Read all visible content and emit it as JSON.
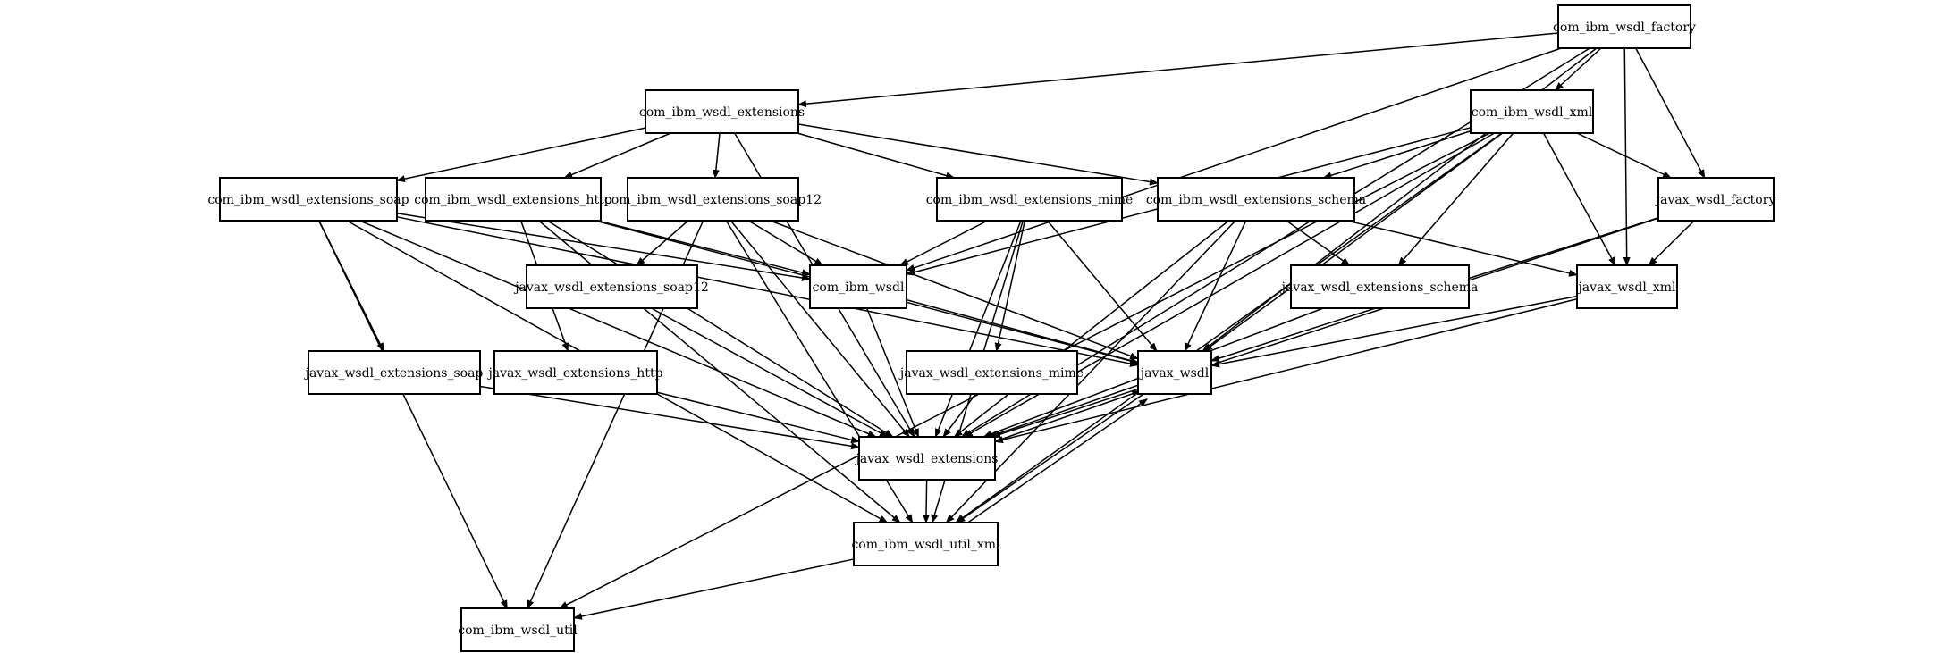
{
  "diagram": {
    "type": "directed-graph",
    "nodes": {
      "factory": "com_ibm_wsdl_factory",
      "ext": "com_ibm_wsdl_extensions",
      "xml": "com_ibm_wsdl_xml",
      "ext_soap": "com_ibm_wsdl_extensions_soap",
      "ext_http": "com_ibm_wsdl_extensions_http",
      "ext_soap12": "com_ibm_wsdl_extensions_soap12",
      "ext_mime": "com_ibm_wsdl_extensions_mime",
      "ext_schema": "com_ibm_wsdl_extensions_schema",
      "jx_factory": "javax_wsdl_factory",
      "jx_ext_soap12": "javax_wsdl_extensions_soap12",
      "wsdl": "com_ibm_wsdl",
      "jx_ext_schema": "javax_wsdl_extensions_schema",
      "jx_xml": "javax_wsdl_xml",
      "jx_ext_soap": "javax_wsdl_extensions_soap",
      "jx_ext_http": "javax_wsdl_extensions_http",
      "jx_ext_mime": "javax_wsdl_extensions_mime",
      "jx_wsdl": "javax_wsdl",
      "jx_ext": "javax_wsdl_extensions",
      "util_xml": "com_ibm_wsdl_util_xml",
      "util": "com_ibm_wsdl_util"
    },
    "edges": [
      [
        "factory",
        "ext"
      ],
      [
        "factory",
        "xml"
      ],
      [
        "factory",
        "wsdl"
      ],
      [
        "factory",
        "jx_factory"
      ],
      [
        "factory",
        "jx_xml"
      ],
      [
        "factory",
        "jx_wsdl"
      ],
      [
        "factory",
        "jx_ext"
      ],
      [
        "ext",
        "ext_soap"
      ],
      [
        "ext",
        "ext_http"
      ],
      [
        "ext",
        "ext_soap12"
      ],
      [
        "ext",
        "ext_mime"
      ],
      [
        "ext",
        "ext_schema"
      ],
      [
        "ext",
        "jx_ext"
      ],
      [
        "xml",
        "wsdl"
      ],
      [
        "xml",
        "ext_schema"
      ],
      [
        "xml",
        "jx_ext_schema"
      ],
      [
        "xml",
        "jx_factory"
      ],
      [
        "xml",
        "jx_xml"
      ],
      [
        "xml",
        "jx_wsdl"
      ],
      [
        "xml",
        "jx_ext"
      ],
      [
        "xml",
        "util_xml"
      ],
      [
        "xml",
        "util"
      ],
      [
        "ext_soap",
        "jx_ext_soap"
      ],
      [
        "ext_soap",
        "wsdl"
      ],
      [
        "ext_soap",
        "jx_wsdl"
      ],
      [
        "ext_soap",
        "jx_ext"
      ],
      [
        "ext_soap",
        "util_xml"
      ],
      [
        "ext_soap",
        "util"
      ],
      [
        "ext_http",
        "jx_ext_http"
      ],
      [
        "ext_http",
        "wsdl"
      ],
      [
        "ext_http",
        "jx_wsdl"
      ],
      [
        "ext_http",
        "jx_ext"
      ],
      [
        "ext_http",
        "util_xml"
      ],
      [
        "ext_soap12",
        "jx_ext_soap12"
      ],
      [
        "ext_soap12",
        "wsdl"
      ],
      [
        "ext_soap12",
        "jx_wsdl"
      ],
      [
        "ext_soap12",
        "jx_ext"
      ],
      [
        "ext_soap12",
        "util_xml"
      ],
      [
        "ext_soap12",
        "util"
      ],
      [
        "ext_mime",
        "jx_ext_mime"
      ],
      [
        "ext_mime",
        "wsdl"
      ],
      [
        "ext_mime",
        "jx_wsdl"
      ],
      [
        "ext_mime",
        "jx_ext"
      ],
      [
        "ext_mime",
        "util_xml"
      ],
      [
        "ext_schema",
        "jx_ext_schema"
      ],
      [
        "ext_schema",
        "jx_xml"
      ],
      [
        "ext_schema",
        "jx_wsdl"
      ],
      [
        "ext_schema",
        "jx_ext"
      ],
      [
        "ext_schema",
        "util_xml"
      ],
      [
        "jx_factory",
        "jx_xml"
      ],
      [
        "jx_factory",
        "jx_wsdl"
      ],
      [
        "jx_factory",
        "jx_ext"
      ],
      [
        "jx_ext_soap12",
        "jx_ext"
      ],
      [
        "wsdl",
        "jx_wsdl"
      ],
      [
        "wsdl",
        "jx_ext"
      ],
      [
        "jx_ext_schema",
        "jx_ext"
      ],
      [
        "jx_xml",
        "jx_wsdl"
      ],
      [
        "jx_xml",
        "jx_ext"
      ],
      [
        "jx_ext_soap",
        "jx_ext"
      ],
      [
        "jx_ext_http",
        "jx_ext"
      ],
      [
        "jx_ext_mime",
        "jx_ext"
      ],
      [
        "jx_wsdl",
        "jx_ext"
      ],
      [
        "jx_ext",
        "jx_wsdl"
      ],
      [
        "jx_wsdl",
        "util_xml"
      ],
      [
        "util_xml",
        "jx_wsdl"
      ],
      [
        "jx_ext",
        "util_xml"
      ],
      [
        "util_xml",
        "util"
      ]
    ]
  }
}
